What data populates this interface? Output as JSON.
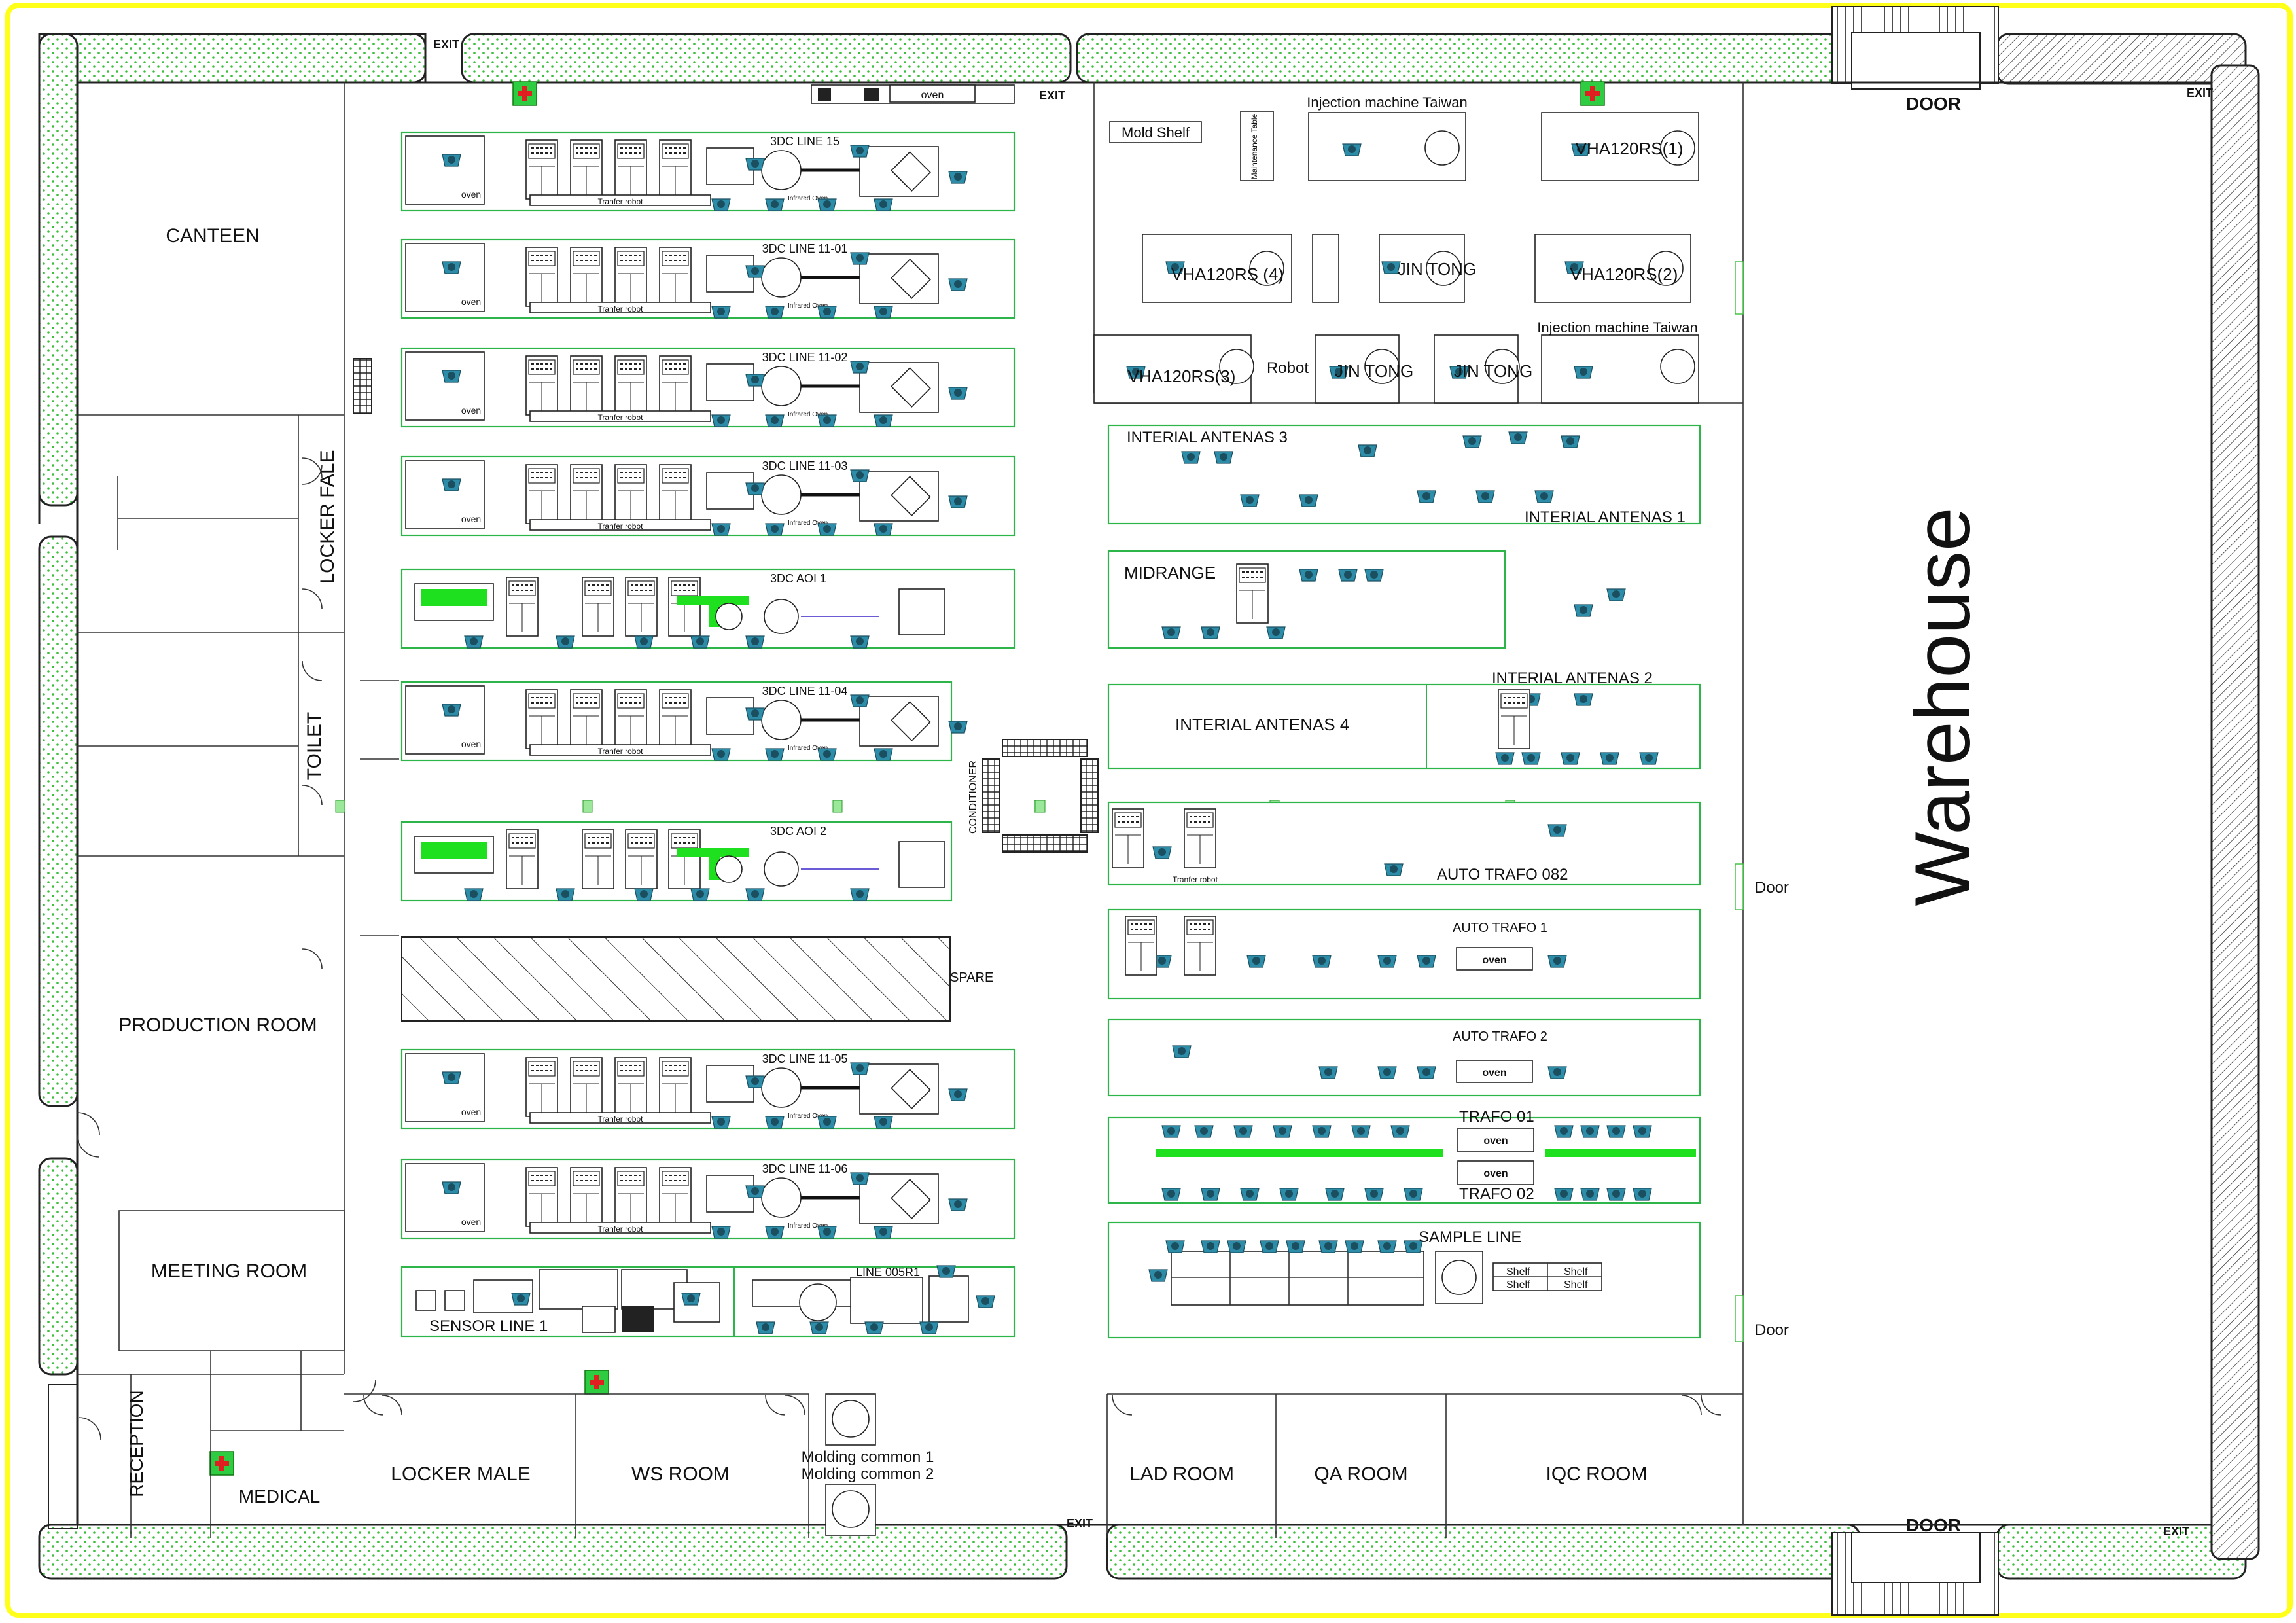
{
  "colors": {
    "outer_border": "#ffff1a",
    "line_border": "#2db54a",
    "green_fill": "#1ee01e",
    "operator": "#2d8da8",
    "first_aid": "#e02020"
  },
  "exits": {
    "top_left": "EXIT",
    "top_middle": "EXIT",
    "top_right": "EXIT",
    "bottom_middle": "EXIT",
    "bottom_right": "EXIT"
  },
  "doors": {
    "top": "DOOR",
    "bottom": "DOOR",
    "side_1": "Door",
    "side_2": "Door"
  },
  "rooms": {
    "canteen": "CANTEEN",
    "locker_fale": "LOCKER  FALE",
    "toilet": "TOILET",
    "production_room": "PRODUCTION ROOM",
    "meeting_room": "MEETING ROOM",
    "reception": "RECEPTION",
    "medical": "MEDICAL",
    "locker_male": "LOCKER MALE",
    "ws_room": "WS ROOM",
    "molding_common_1": "Molding common 1",
    "molding_common_2": "Molding common 2",
    "lad_room": "LAD ROOM",
    "qa_room": "QA ROOM",
    "iqc_room": "IQC ROOM",
    "warehouse": "Warehouse",
    "conditioner": "CONDITIONER",
    "spare": "SPARE"
  },
  "left_lines": [
    {
      "name": "3DC LINE 15",
      "robot": "Tranfer robot",
      "oven": "oven",
      "infrared": "Infrared Oven"
    },
    {
      "name": "3DC LINE 11-01",
      "robot": "Tranfer robot",
      "oven": "oven",
      "infrared": "Infrared Oven"
    },
    {
      "name": "3DC LINE 11-02",
      "robot": "Tranfer robot",
      "oven": "oven",
      "infrared": "Infrared Oven"
    },
    {
      "name": "3DC LINE 11-03",
      "robot": "Tranfer robot",
      "oven": "oven",
      "infrared": "Infrared Oven"
    },
    {
      "name": "3DC AOI 1"
    },
    {
      "name": "3DC LINE 11-04",
      "robot": "Tranfer robot",
      "oven": "oven",
      "infrared": "Infrared Oven"
    },
    {
      "name": "3DC AOI 2"
    },
    {
      "name": "3DC LINE 11-05",
      "robot": "Tranfer robot",
      "oven": "oven",
      "infrared": "Infrared Oven"
    },
    {
      "name": "3DC LINE 11-06",
      "robot": "Tranfer robot",
      "oven": "oven",
      "infrared": "Infrared Oven"
    }
  ],
  "sensor_line": {
    "name": "SENSOR LINE 1",
    "line": "LINE 005R1"
  },
  "top_oven": "oven",
  "molding": {
    "mold_shelf": "Mold Shelf",
    "maintenance": "Maintenance Table",
    "injection_1": "Injection machine Taiwan",
    "injection_2": "Injection machine Taiwan",
    "vha_1": "VHA120RS(1)",
    "vha_2": "VHA120RS(2)",
    "vha_3": "VHA120RS(3)",
    "vha_4": "VHA120RS (4)",
    "jin_1": "JIN TONG",
    "jin_2": "JIN TONG",
    "jin_3": "JIN TONG",
    "robot": "Robot"
  },
  "right_areas": {
    "interial_3": "INTERIAL ANTENAS 3",
    "interial_1": "INTERIAL ANTENAS 1",
    "midrange": "MIDRANGE",
    "interial_4": "INTERIAL ANTENAS 4",
    "interial_2": "INTERIAL ANTENAS 2",
    "auto_trafo_082": "AUTO TRAFO 082",
    "auto_trafo_082_robot": "Tranfer robot",
    "auto_trafo_1": "AUTO TRAFO 1",
    "auto_trafo_2": "AUTO TRAFO 2",
    "trafo_01": "TRAFO 01",
    "trafo_02": "TRAFO 02",
    "oven": "oven",
    "sample_line": "SAMPLE LINE",
    "shelf": "Shelf"
  }
}
